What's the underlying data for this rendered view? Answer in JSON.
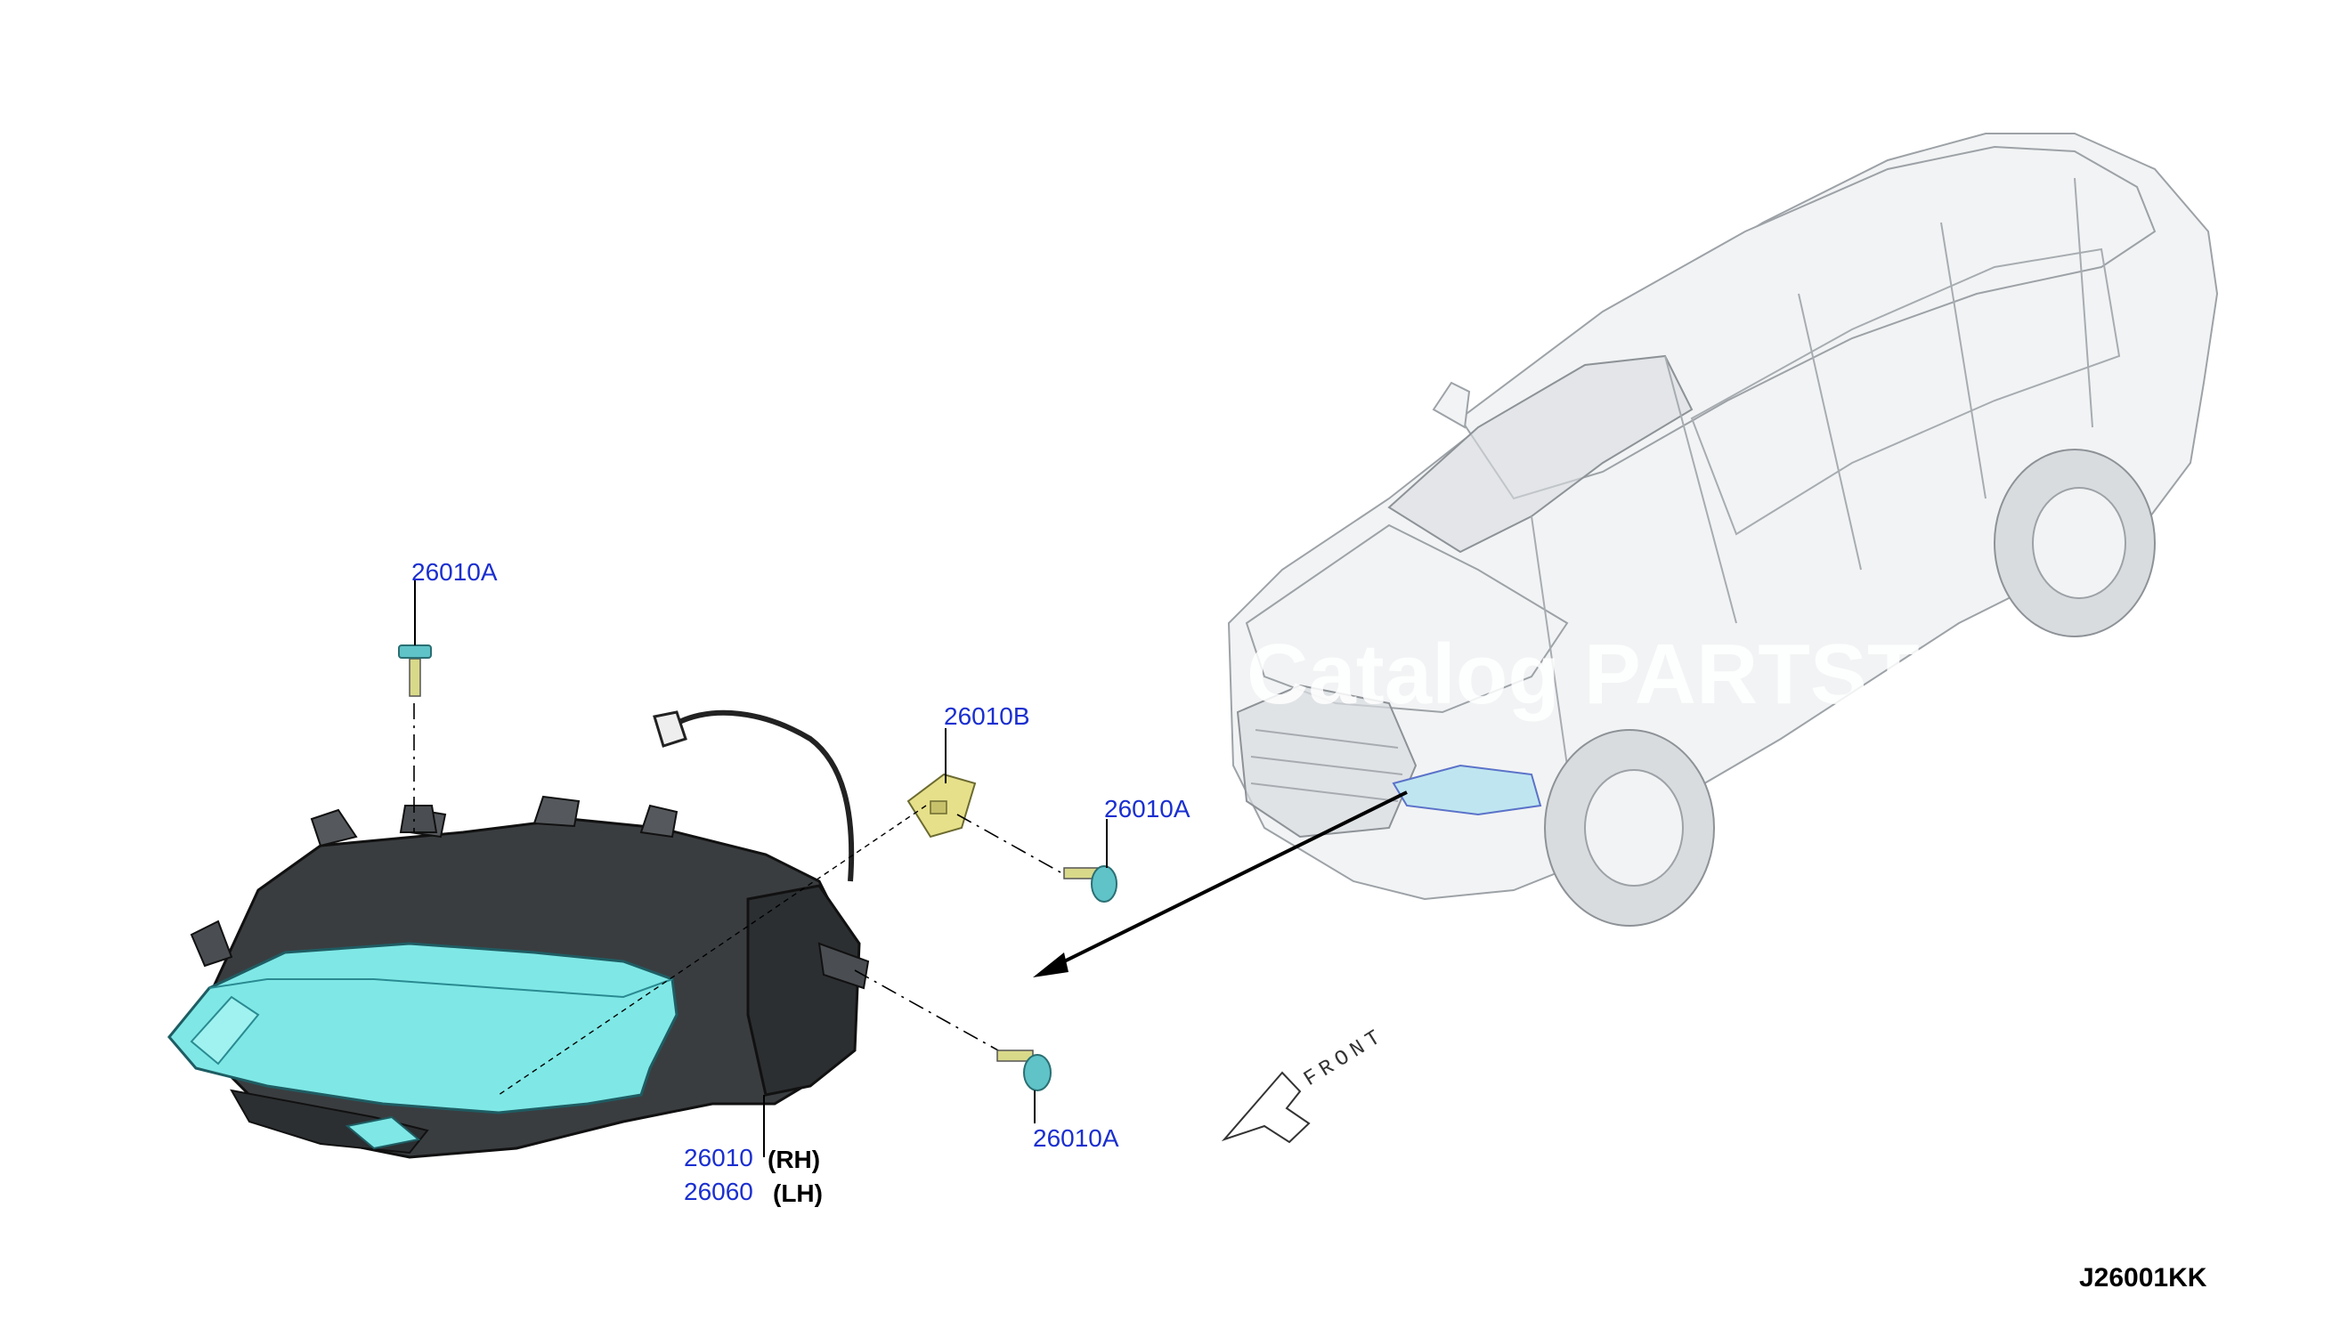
{
  "callouts": {
    "bolt_top": "26010A",
    "bracket": "26010B",
    "bolt_right_upper": "26010A",
    "bolt_right_lower": "26010A",
    "headlamp_rh_part": "26010",
    "headlamp_rh_side": "(RH)",
    "headlamp_lh_part": "26060",
    "headlamp_lh_side": "(LH)"
  },
  "direction_label": "FRONT",
  "watermark": "Catalog PARTSTO",
  "diagram_code": "J26001KK",
  "colors": {
    "callout_text": "#1a2fd0",
    "headlamp_lens": "#7fe8e6",
    "headlamp_housing": "#3a3d40",
    "bracket": "#e6e08a",
    "bolt": "#5fc3c8"
  }
}
